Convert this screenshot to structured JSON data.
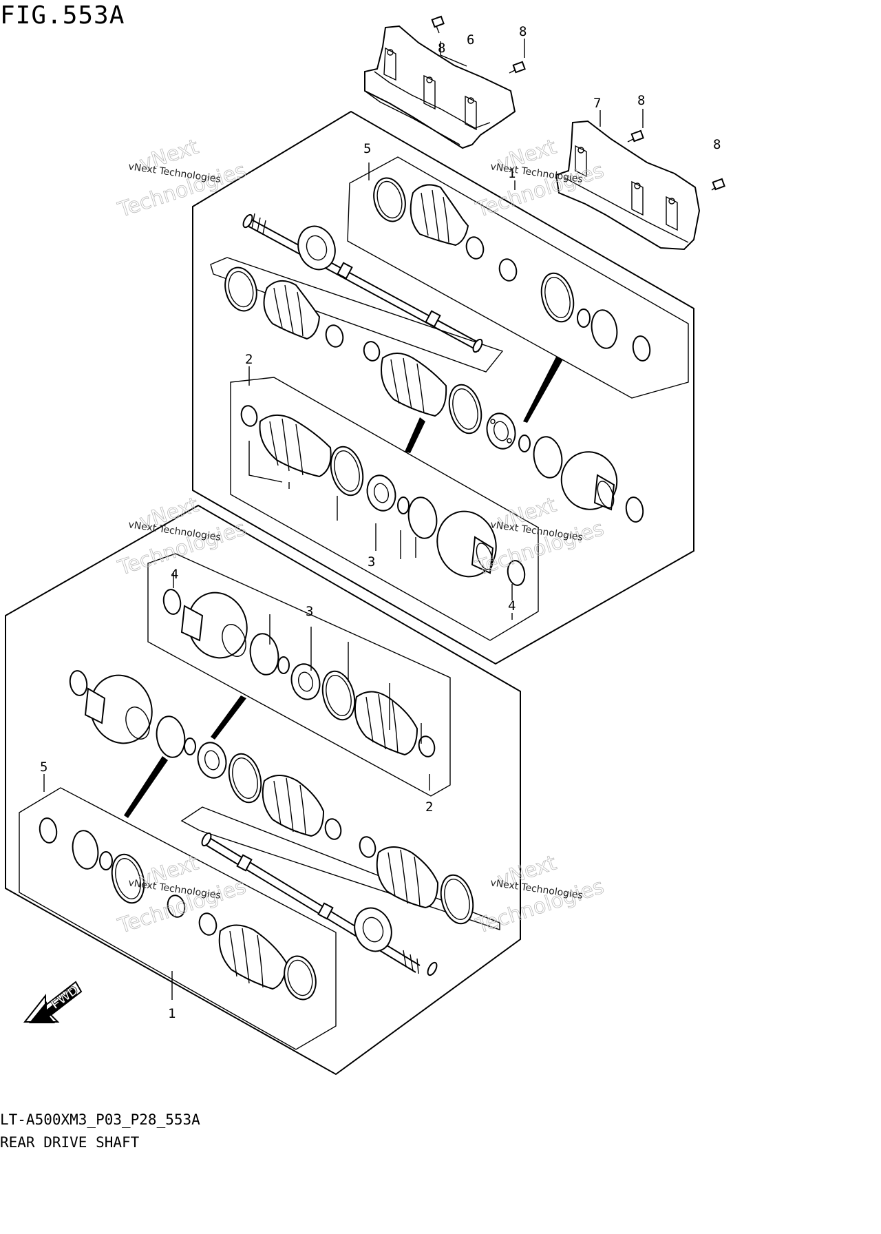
{
  "figure": {
    "title": "FIG.553A",
    "code": "LT-A500XM3_P03_P28_553A",
    "name": "REAR DRIVE SHAFT"
  },
  "callouts": {
    "c1_top": "1",
    "c1_bottom": "1",
    "c2_top": "2",
    "c2_bottom": "2",
    "c3_top": "3",
    "c3_bottom": "3",
    "c4_top_right": "4",
    "c4_bottom_left": "4",
    "c5_top": "5",
    "c5_bottom": "5",
    "c6": "6",
    "c7": "7",
    "c8_a": "8",
    "c8_b": "8",
    "c8_c": "8",
    "c8_d": "8"
  },
  "watermark": {
    "line1": "vNext",
    "line2": "vNext Technologies",
    "line3": "Technologies"
  },
  "direction": {
    "label": "FWD"
  }
}
